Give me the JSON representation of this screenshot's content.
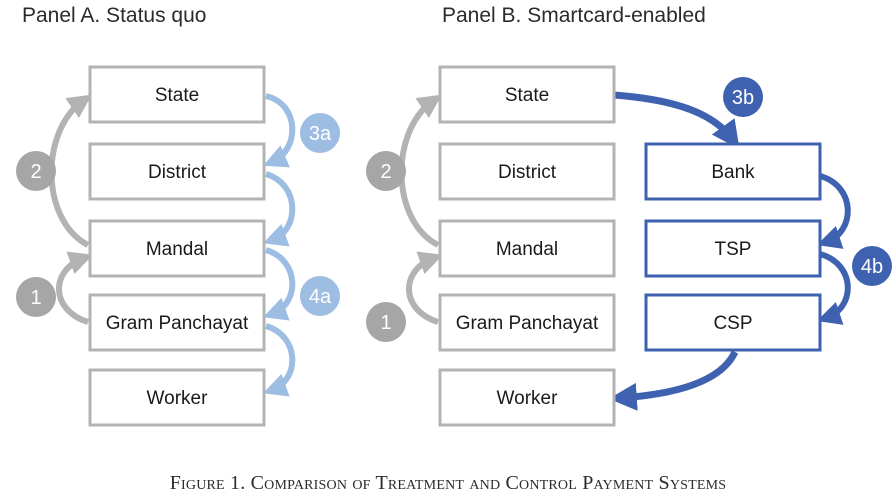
{
  "panel_a": {
    "title": "Panel A. Status quo",
    "boxes": [
      "State",
      "District",
      "Mandal",
      "Gram Panchayat",
      "Worker"
    ],
    "badges": [
      "2",
      "1",
      "3a",
      "4a"
    ]
  },
  "panel_b": {
    "title": "Panel B. Smartcard-enabled",
    "left_boxes": [
      "State",
      "District",
      "Mandal",
      "Gram Panchayat",
      "Worker"
    ],
    "right_boxes": [
      "Bank",
      "TSP",
      "CSP"
    ],
    "badges": [
      "2",
      "1",
      "3b",
      "4b"
    ]
  },
  "caption": "Figure 1. Comparison of Treatment and Control Payment Systems",
  "colors": {
    "gray": "#b3b3b3",
    "badge_gray": "#a6a6a6",
    "light_blue": "#9dbde3",
    "dark_blue": "#3f62b0"
  }
}
